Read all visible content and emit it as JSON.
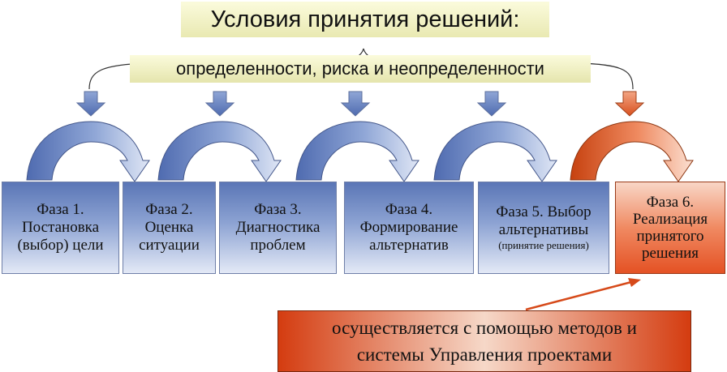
{
  "title": "Условия принятия решений:",
  "subtitle": "определенности, риска и неопределенности",
  "phases": [
    {
      "lines": [
        "Фаза 1.",
        "Постановка",
        "(выбор) цели"
      ]
    },
    {
      "lines": [
        "Фаза 2.",
        "Оценка",
        "ситуации"
      ]
    },
    {
      "lines": [
        "Фаза 3.",
        "Диагностика",
        "проблем"
      ]
    },
    {
      "lines": [
        "Фаза 4.",
        "Формирование",
        "альтернатив"
      ]
    },
    {
      "lines": [
        "Фаза 5. Выбор",
        "альтернативы"
      ],
      "note": "(принятие решения)"
    },
    {
      "lines": [
        "Фаза 6.",
        "Реализация",
        "принятого",
        "решения"
      ]
    }
  ],
  "note": {
    "lines": [
      "осуществляется с помощью методов и",
      "системы Управления проектами"
    ]
  },
  "colors": {
    "blue": "#5a76b6",
    "orange": "#e45224",
    "title_bg": "#fbfbdc"
  }
}
